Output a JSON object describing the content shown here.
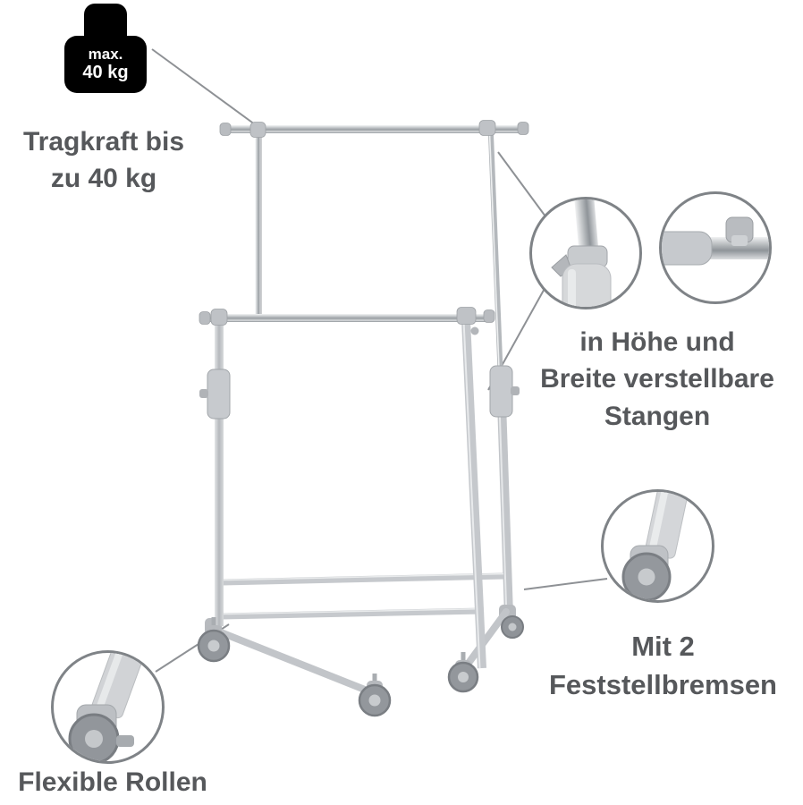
{
  "badge": {
    "line1": "max.",
    "line2": "40 kg"
  },
  "captions": {
    "capacity": {
      "line1": "Tragkraft bis",
      "line2": "zu 40 kg"
    },
    "adjustable": {
      "line1": "in Höhe und",
      "line2": "Breite verstellbare",
      "line3": "Stangen"
    },
    "brakes": {
      "line1": "Mit 2",
      "line2": "Feststellbremsen"
    },
    "rollers": {
      "line1": "Flexible Rollen"
    }
  },
  "icons": {
    "weight": "weight-icon",
    "pole_clamp_detail": "pole-height-clamp-icon",
    "bar_clamp_detail": "bar-width-clamp-icon",
    "brake_caster_detail": "brake-caster-icon",
    "roller_caster_detail": "roller-caster-icon"
  },
  "colors": {
    "background": "#ffffff",
    "text": "#56585b",
    "badge_bg": "#000000",
    "badge_text": "#ffffff",
    "circle_border": "#7f8387",
    "leader_line": "#8e9195",
    "chrome_mid": "#989da2",
    "plastic_gray": "#c2c5c9"
  }
}
